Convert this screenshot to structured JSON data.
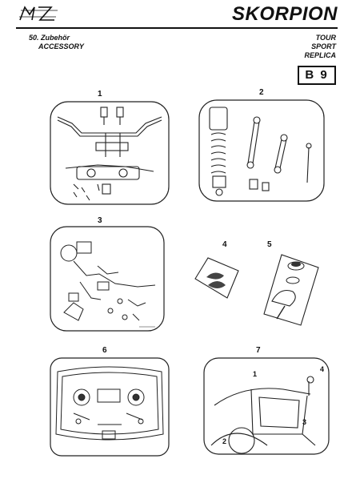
{
  "header": {
    "brand_logo_text": "MZ",
    "model_title": "SKORPION",
    "section_de": "50. Zubehör",
    "section_en": "ACCESSORY",
    "variants": [
      "TOUR",
      "SPORT",
      "REPLICA"
    ],
    "page_code": "B 9"
  },
  "items": [
    {
      "number": "1"
    },
    {
      "number": "2"
    },
    {
      "number": "3"
    },
    {
      "number": "4"
    },
    {
      "number": "5"
    },
    {
      "number": "6"
    },
    {
      "number": "7"
    }
  ],
  "callouts": {
    "item7": [
      "1",
      "4",
      "2",
      "3"
    ]
  }
}
